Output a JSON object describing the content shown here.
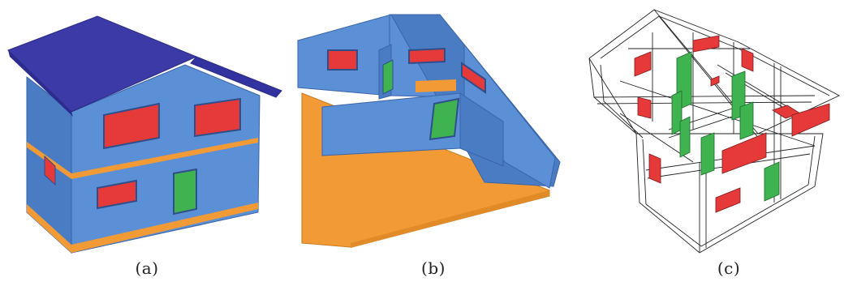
{
  "figure": {
    "captions": {
      "a": "(a)",
      "b": "(b)",
      "c": "(c)"
    },
    "colors": {
      "wall": "#5b8fd6",
      "wall_dark": "#4a7cc4",
      "roof": "#3b3aa6",
      "floor": "#f29a35",
      "window": "#e63a3a",
      "door": "#3fb34f",
      "wire": "#222222"
    }
  }
}
